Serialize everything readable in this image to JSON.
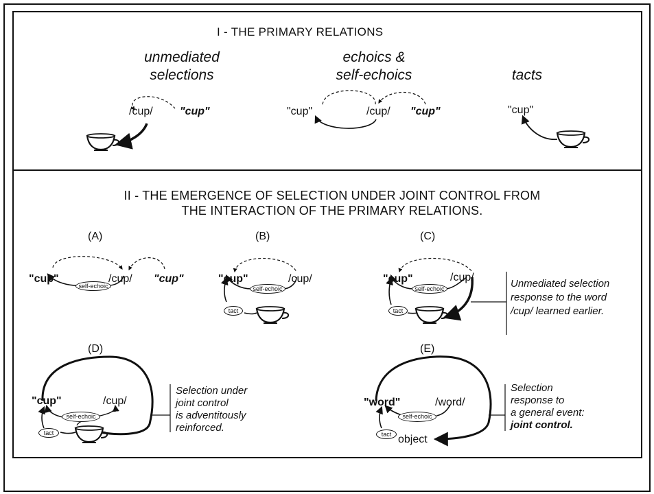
{
  "panel1": {
    "title": "I - THE PRIMARY RELATIONS",
    "col1": {
      "title_line1": "unmediated",
      "title_line2": "selections",
      "word_left": "/cup/",
      "word_right": "\"cup\""
    },
    "col2": {
      "title_line1": "echoics &",
      "title_line2": "self-echoics",
      "word_left": "\"cup\"",
      "word_mid": "/cup/",
      "word_right": "\"cup\""
    },
    "col3": {
      "title": "tacts",
      "word": "\"cup\""
    }
  },
  "panel2": {
    "title_line1": "II - THE EMERGENCE OF SELECTION UNDER JOINT CONTROL FROM",
    "title_line2": "THE INTERACTION OF THE PRIMARY RELATIONS.",
    "A": {
      "label": "(A)",
      "word_left": "\"cup\"",
      "word_mid": "/cup/",
      "word_right": "\"cup\"",
      "oval": "self-echoic"
    },
    "B": {
      "label": "(B)",
      "word_left": "\"cup\"",
      "word_right": "/cup/",
      "oval": "self-echoic",
      "tact": "tact"
    },
    "C": {
      "label": "(C)",
      "word_left": "\"cup\"",
      "word_right": "/cup/",
      "oval": "self-echoic",
      "tact": "tact",
      "note": [
        "Unmediated selection",
        "response to the word",
        "/cup/ learned earlier."
      ]
    },
    "D": {
      "label": "(D)",
      "word_left": "\"cup\"",
      "word_right": "/cup/",
      "oval": "self-echoic",
      "tact": "tact",
      "note": [
        "Selection under",
        "joint control",
        "is adventitously",
        "reinforced."
      ]
    },
    "E": {
      "label": "(E)",
      "word_left": "\"word\"",
      "word_right": "/word/",
      "oval": "self-echoic",
      "tact": "tact",
      "object": "object",
      "note": [
        "Selection",
        "response to",
        "a general event:",
        "joint control."
      ]
    }
  },
  "icons": {
    "cup": "cup-icon"
  }
}
